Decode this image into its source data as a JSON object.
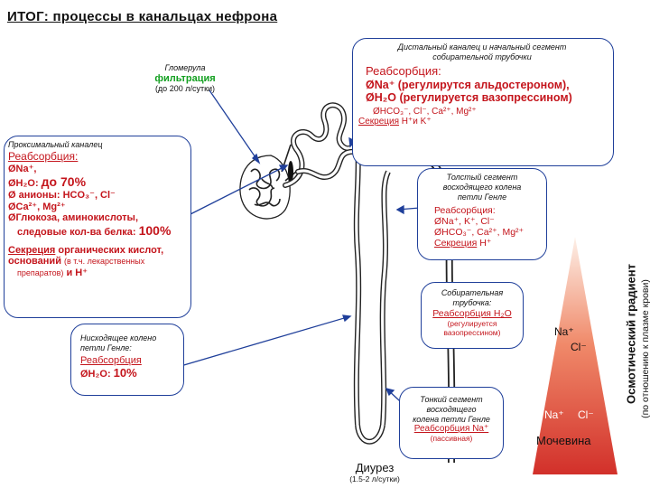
{
  "title": "ИТОГ: процессы в канальцах нефрона",
  "glomerulus": {
    "name": "Гломерула",
    "process": "фильтрация",
    "volume": "(до 200 л/сутки)"
  },
  "distal": {
    "header_line1": "Дистальный каналец и начальный сегмент",
    "header_line2": "собирательной трубочки",
    "reabs_label": "Реабсорбция:",
    "na_line": "ØNa⁺ (регулирутся альдостероном),",
    "water_line": "ØH₂O (регулируется вазопрессином)",
    "ions_line": "ØHCO₃⁻, Cl⁻, Ca²⁺, Mg²⁺",
    "secretion_word": "Секреция",
    "secretion_rest": "H⁺и K⁺"
  },
  "proximal": {
    "header": "Проксимальный каналец",
    "reabs_label": "Реабсорбция:",
    "na_line": "ØNa⁺,",
    "water_prefix": "ØH₂O:",
    "water_value": "до 70%",
    "anions_line": "Ø анионы: HCO₃⁻, Cl⁻",
    "cations_line": "ØCa²⁺, Mg²⁺",
    "glucose_line": "ØГлюкоза, аминокислоты,",
    "protein_text": "следовые кол-ва белка:",
    "protein_value": "100%",
    "secretion_word": "Секреция",
    "secretion_rest": "органических кислот,",
    "secretion_line2": "оснований",
    "secretion_line2_small": "(в т.ч. лекарственных",
    "secretion_line3_small": "препаратов)",
    "secretion_line3_rest": "и H⁺"
  },
  "thick_ascending": {
    "header_line1": "Толстый сегмент",
    "header_line2": "восходящего колена",
    "header_line3": "петли Генле",
    "reabs_label": "Реабсорбция:",
    "ions_line1": "ØNa⁺, K⁺, Cl⁻",
    "ions_line2": "ØHCO₃⁻, Ca²⁺, Mg²⁺",
    "secretion_word": "Секреция",
    "secretion_rest": "H⁺"
  },
  "collecting": {
    "header_line1": "Собирательная",
    "header_line2": "трубочка:",
    "reabs_text": "Реабсорбция H₂O",
    "note_line1": "(регулируется",
    "note_line2": "вазопрессином)"
  },
  "descending": {
    "header_line1": "Нисходящее колено",
    "header_line2": "петли Генле:",
    "reabs_label": "Реабсорбция",
    "water_prefix": "ØH₂O:",
    "water_value": "10%"
  },
  "thin_ascending": {
    "header_line1": "Тонкий сегмент",
    "header_line2": "восходящего",
    "header_line3": "колена петли Генле",
    "reabs_text": "Реабсорбция Na⁺",
    "note": "(пассивная)"
  },
  "diuresis": {
    "label": "Диурез",
    "volume": "(1.5-2 л/сутки)"
  },
  "gradient": {
    "ion_top_na": "Na⁺",
    "ion_top_cl": "Cl⁻",
    "ion_bottom_na": "Na⁺",
    "ion_bottom_cl": "Cl⁻",
    "urea": "Мочевина",
    "axis_title": "Осмотический градиент",
    "axis_subtitle": "(по отношению к плазме крови)",
    "color_top": "#fdf0e8",
    "color_bottom": "#d2302a"
  }
}
